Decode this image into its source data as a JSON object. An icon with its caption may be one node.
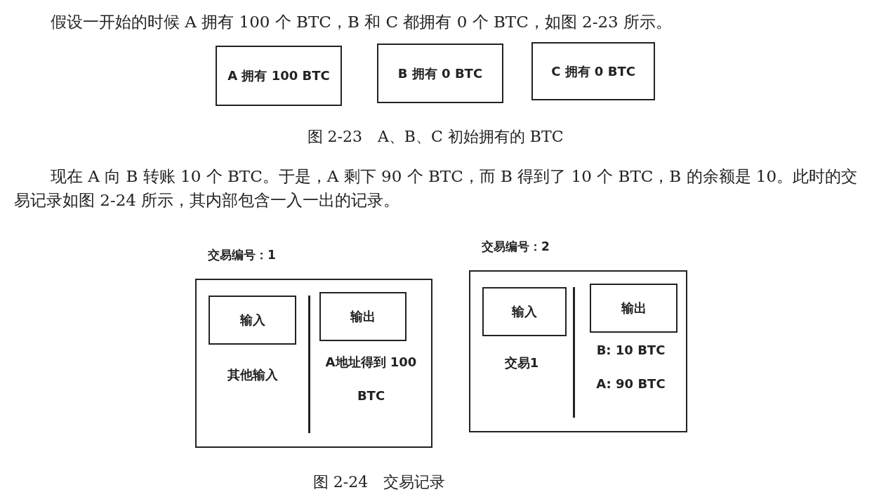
{
  "diagram": {
    "nodes": [
      {
        "text": [
          "A 拥有 100 BTC"
        ]
      },
      {
        "text": [
          "B 拥有 0 BTC"
        ]
      },
      {
        "text": [
          "C 拥有 0 BTC"
        ]
      },
      {
        "text": [
          "交易编号：1",
          "其他输入",
          "A地址得到 100 BTC"
        ]
      },
      {
        "text": [
          "输入"
        ],
        "in": 3
      },
      {
        "text": [
          "输出"
        ],
        "in": 3
      },
      {
        "text": [
          "交易编号：2",
          "交易1",
          "B: 10 BTC",
          "A: 90 BTC"
        ]
      },
      {
        "text": [
          "输入"
        ],
        "in": 6
      },
      {
        "text": [
          "输出"
        ],
        "in": 6
      }
    ],
    "labels": [
      "假设一开始的时候 A 拥有 100 个 BTC，B 和 C 都拥有 0 个 BTC，如图 2-23 所示。",
      "图 2-23　A、B、C 初始拥有的 BTC",
      "现在 A 向 B 转账 10 个 BTC。于是，A 剩下 90 个 BTC，而 B 得到了 10 个 BTC，B 的余额是 10。此时的交易记录如图 2-24 所示，其内部包含一入一出的记录。",
      "图 2-24　交易记录"
    ]
  }
}
